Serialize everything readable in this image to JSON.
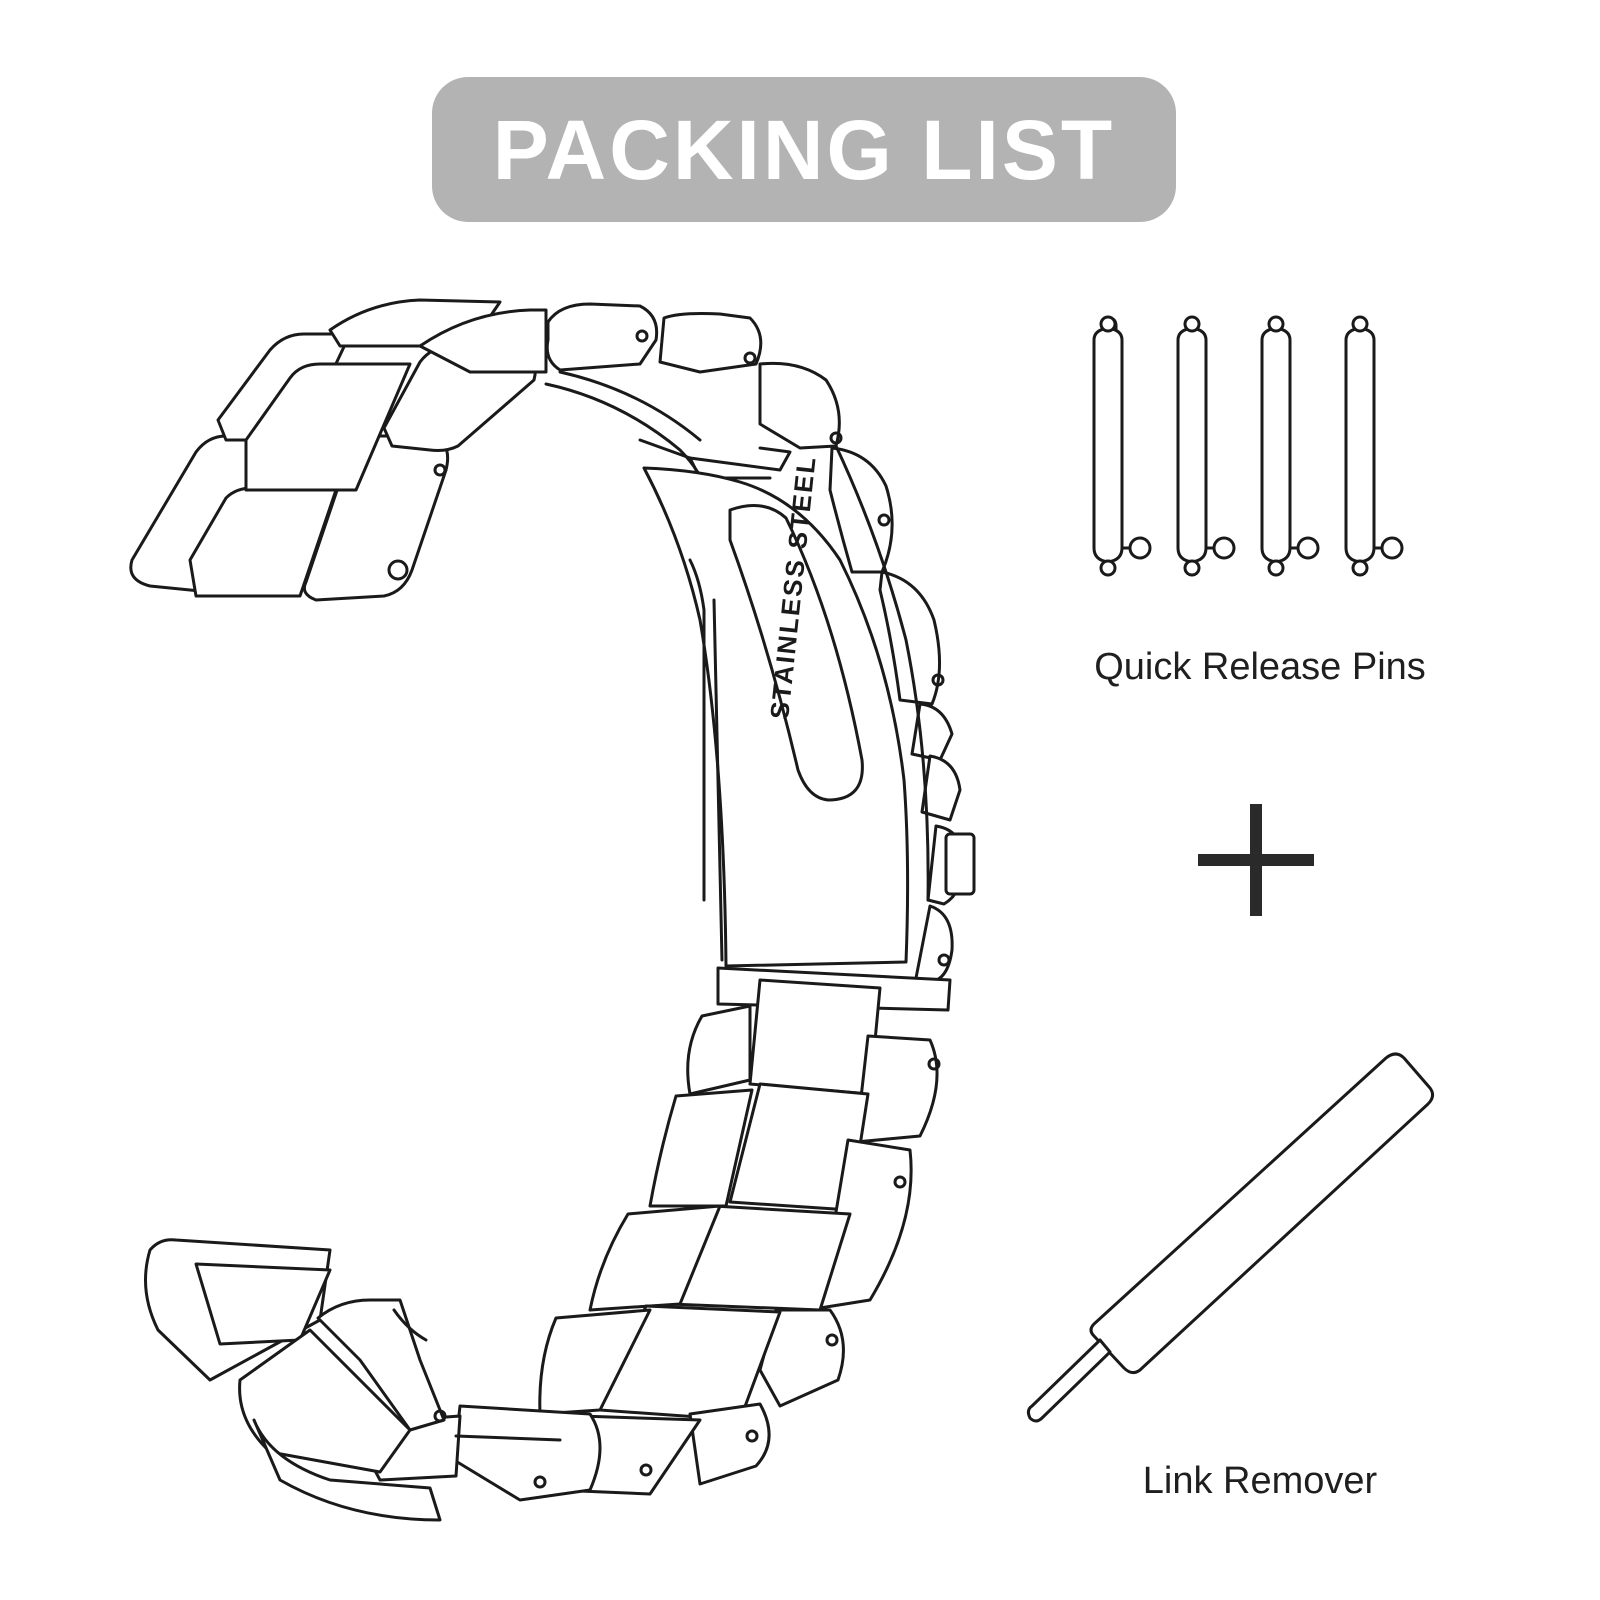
{
  "header": {
    "title": "PACKING LIST"
  },
  "items": {
    "pins_label": "Quick Release Pins",
    "remover_label": "Link Remover"
  },
  "illustration": {
    "clasp_engraving": "STAINLESS STEEL",
    "pin_count": 4
  },
  "colors": {
    "title_background": "#b3b3b3",
    "title_text": "#ffffff",
    "line_art": "#1a1a1a",
    "caption_text": "#1f1f1f"
  },
  "icons": [
    "watch-band-icon",
    "quick-release-pin-icon",
    "plus-icon",
    "link-remover-icon"
  ]
}
